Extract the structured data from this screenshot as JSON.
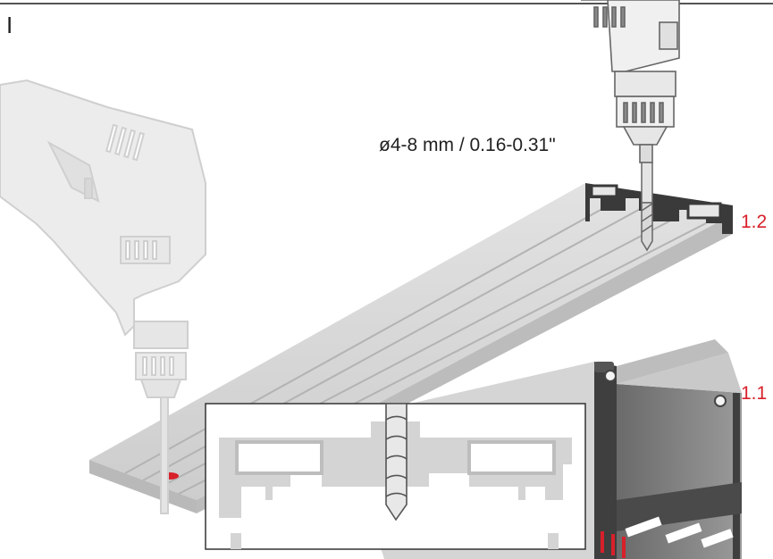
{
  "step": {
    "label": "I"
  },
  "drill": {
    "spec": "ø4-8 mm / 0.16-0.31\""
  },
  "profiles": {
    "top_label": "1.2",
    "bottom_label": "1.1"
  },
  "colors": {
    "accent": "#d8202a",
    "drill_body": "#eeeeee",
    "drill_outline": "#c8c8c8",
    "profile_face": "#cfcfcf",
    "profile_dark": "#4a4a4a",
    "text": "#222222"
  },
  "icons": {
    "drill": "power-drill",
    "bit": "twist-drill-bit",
    "hole": "drill-hole-marker"
  }
}
